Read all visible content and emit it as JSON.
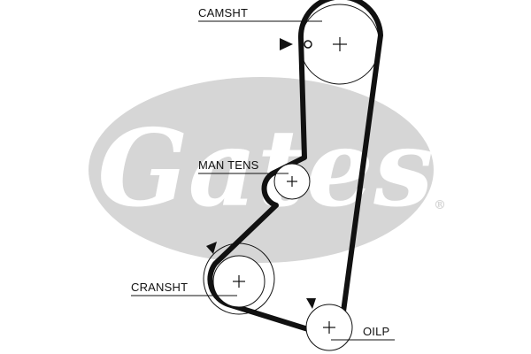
{
  "logo": {
    "text": "Gates",
    "registered_mark": "®",
    "color": "#d6d6d6"
  },
  "labels": {
    "camshaft": "CAMSHT",
    "manual_tensioner": "MAN TENS",
    "crankshaft": "CRANSHT",
    "oil_pump": "OILP"
  },
  "colors": {
    "belt": "#111111",
    "line": "#111111",
    "watermark": "#d6d6d6"
  },
  "icons": {
    "timing_mark": "triangle-marker-icon",
    "center": "crosshair-icon"
  }
}
